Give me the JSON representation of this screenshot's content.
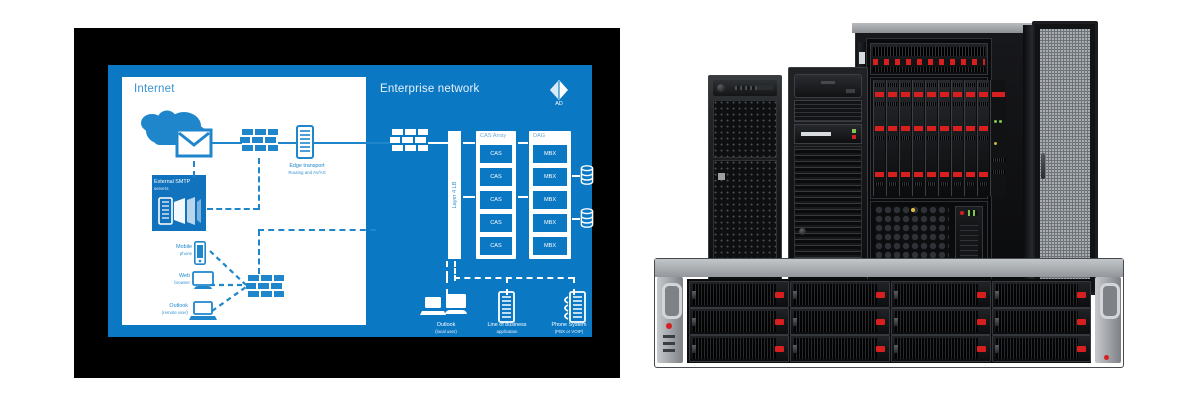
{
  "page": {
    "background_color": "#ffffff",
    "frame_color": "#000000",
    "diagram_blue": "#0b78c4",
    "accent_blue": "#1f86cc",
    "white": "#ffffff"
  },
  "diagram": {
    "title_internet": "Internet",
    "title_enterprise": "Enterprise network",
    "ad_label": "AD",
    "internet_zone": {
      "cloud_icon": "cloud-icon",
      "mail_icon": "envelope-icon",
      "firewall_icon": "firewall-brick-icon",
      "edge_server": {
        "label": "Edge transport",
        "sublabel": "Routing and AV/AS",
        "icon": "server-tower-icon"
      },
      "smtp": {
        "label": "External SMTP",
        "sublabel": "servers",
        "icon": "smtp-servers-icon"
      },
      "clients": [
        {
          "label": "Mobile",
          "sublabel": "phone",
          "icon": "mobile-phone-icon"
        },
        {
          "label": "Web",
          "sublabel": "browser",
          "icon": "monitor-icon"
        },
        {
          "label": "Outlook",
          "sublabel": "(remote user)",
          "icon": "laptop-icon"
        }
      ],
      "client_firewall_icon": "firewall-brick-icon"
    },
    "enterprise_zone": {
      "firewall_icon": "firewall-brick-icon",
      "load_balancer": {
        "label": "Layer 4 LB",
        "icon": "load-balancer-bar"
      },
      "cas_array": {
        "header": "CAS Array",
        "nodes": [
          "CAS",
          "CAS",
          "CAS",
          "CAS",
          "CAS"
        ]
      },
      "dag": {
        "header": "DAG",
        "nodes": [
          "MBX",
          "MBX",
          "MBX",
          "MBX",
          "MBX"
        ]
      },
      "databases": [
        {
          "icon": "database-cylinder-icon"
        },
        {
          "icon": "database-cylinder-icon"
        }
      ],
      "bottom_nodes": [
        {
          "label": "Outlook",
          "sublabel": "(local user)",
          "icon": "laptop-and-monitor-icon"
        },
        {
          "label": "Line of business",
          "sublabel": "application",
          "icon": "server-tower-icon"
        },
        {
          "label": "Phone System",
          "sublabel": "(PBX or VOIP)",
          "icon": "phone-system-icon"
        }
      ]
    }
  },
  "servers": {
    "caption": "",
    "items": [
      {
        "name": "tower-server-mesh",
        "type": "tower",
        "front": "perforated-mesh-grille",
        "drive_bays": 0
      },
      {
        "name": "tower-server-slatted",
        "type": "tower",
        "front": "horizontal-vent-slats",
        "optical_bays": 3
      },
      {
        "name": "rack-cabinet",
        "type": "rack-enclosure",
        "door": "open-perforated-mesh-door",
        "blade_count": 10,
        "blade_rows": 3,
        "handle_color": "#d81f20"
      },
      {
        "name": "rackmount-storage-server",
        "type": "rackmount-3u",
        "drive_bay_columns": 4,
        "drive_bay_rows": 3,
        "drive_bays": 12,
        "handle_color": "#d81f20"
      }
    ]
  }
}
